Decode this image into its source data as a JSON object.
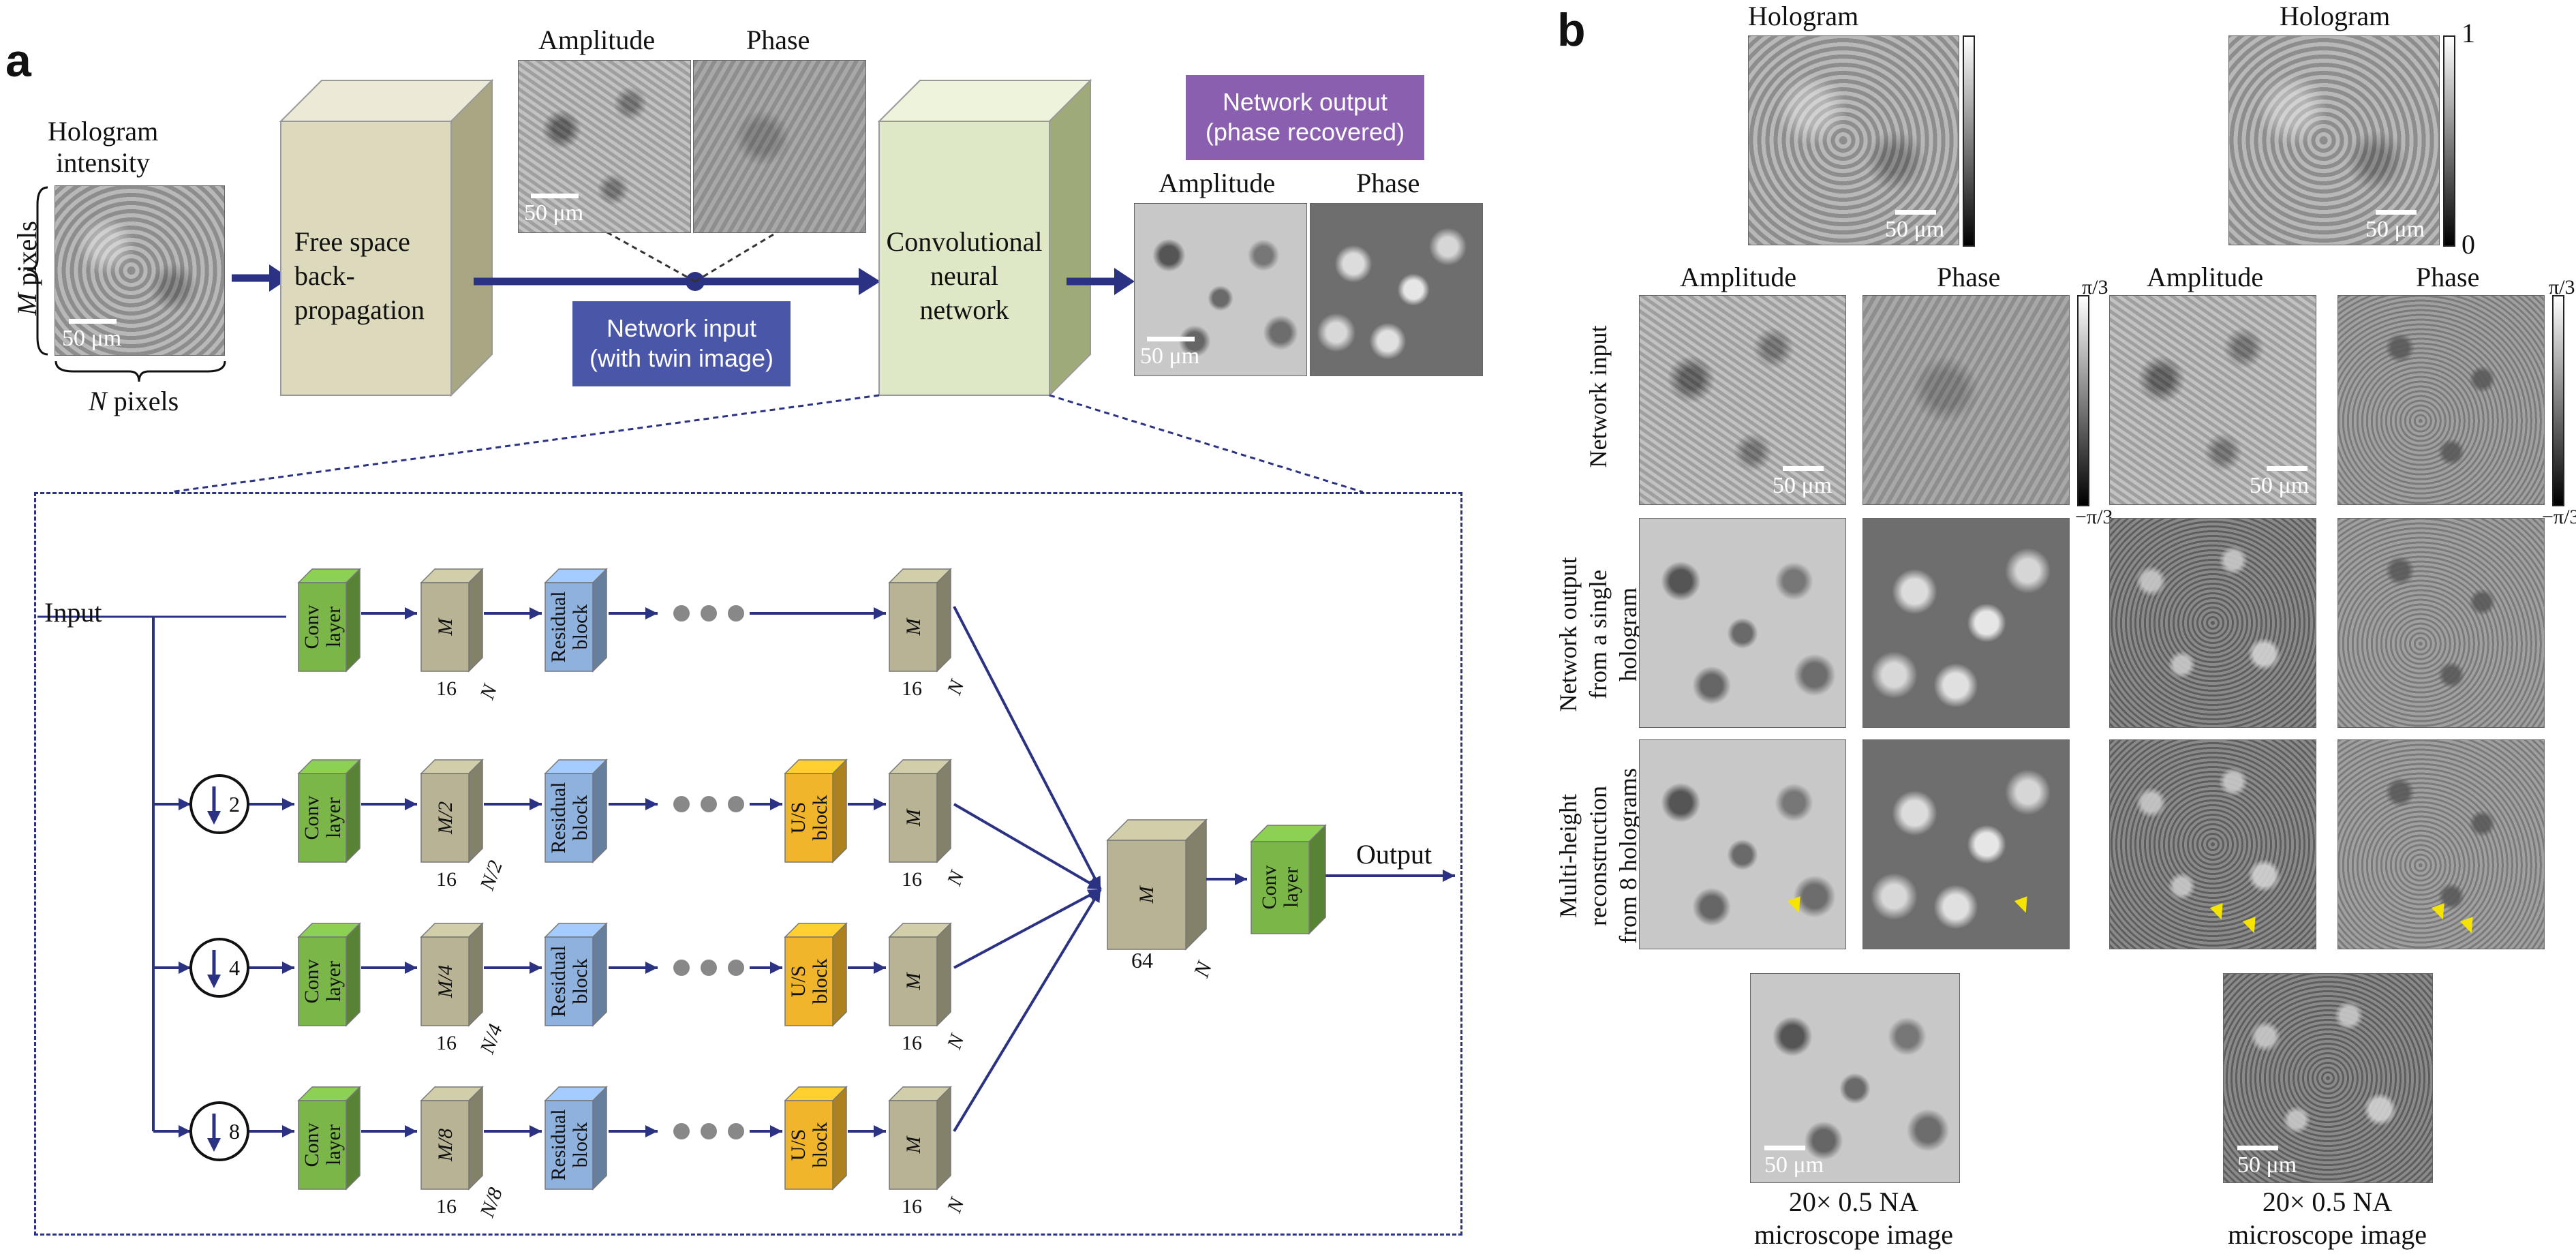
{
  "panel_a": {
    "letter": "a",
    "hologram_intensity": "Hologram\nintensity",
    "m_pixels_var": "M",
    "m_pixels_suffix": " pixels",
    "n_pixels_var": "N",
    "n_pixels_suffix": " pixels",
    "scale_50um": "50 μm",
    "free_space": "Free space\nback-\npropagation",
    "amplitude": "Amplitude",
    "phase": "Phase",
    "network_input": "Network input\n(with twin image)",
    "cnn": "Convolutional\nneural\nnetwork",
    "network_output": "Network output\n(phase recovered)",
    "colors": {
      "purple_box": "#8b5fb0",
      "blue_box": "#4a56a8",
      "arrow": "#2b3283",
      "green_block": "#7ab648",
      "tan_block": "#b7b394",
      "blue_block": "#8fb1dd",
      "yellow_block": "#f0b52a",
      "cnn_box": "#dfe8c6",
      "fsb_box": "#dcd9bd"
    }
  },
  "network": {
    "input": "Input",
    "output": "Output",
    "conv": "Conv\nlayer",
    "residual": "Residual\nblock",
    "us": "U/S\nblock",
    "rows": [
      {
        "down": "",
        "block1": "M",
        "n1": "N",
        "block_last": "M",
        "n_last": "N"
      },
      {
        "down": "2",
        "block1": "M/2",
        "n1": "N/2",
        "block_last": "M",
        "n_last": "N"
      },
      {
        "down": "4",
        "block1": "M/4",
        "n1": "N/4",
        "block_last": "M",
        "n_last": "N"
      },
      {
        "down": "8",
        "block1": "M/8",
        "n1": "N/8",
        "block_last": "M",
        "n_last": "N"
      }
    ],
    "channels": "16",
    "merge_channels": "64",
    "merge_m": "M",
    "merge_n": "N"
  },
  "panel_b": {
    "letter": "b",
    "hologram": "Hologram",
    "cbar_max": "1",
    "cbar_min": "0",
    "amplitude": "Amplitude",
    "phase": "Phase",
    "pi3_pos": "π/3",
    "pi3_neg": "−π/3",
    "row_labels": [
      "Network input",
      "Network output\nfrom a single\nhologram",
      "Multi-height\nreconstruction\nfrom 8 holograms"
    ],
    "scale_50um": "50 μm",
    "microscope": "20× 0.5 NA\nmicroscope image"
  }
}
